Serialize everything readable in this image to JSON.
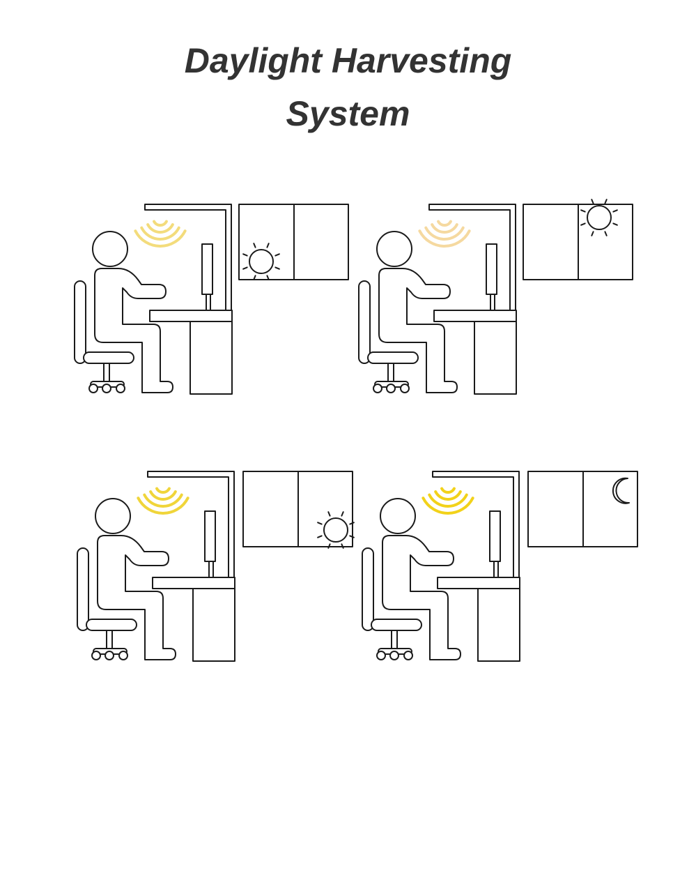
{
  "title": {
    "line1": "Daylight Harvesting",
    "line2": "System"
  },
  "colors": {
    "outline": "#1a1a1a",
    "title": "#333333",
    "light_full": "#f2d21a",
    "light_dim": "#f3dc7c",
    "light_faint": "#f5d9a0",
    "light_medium": "#f0d53a"
  },
  "panels": [
    {
      "id": "panel-1",
      "sky_icon": "sun-icon",
      "sky_position": "window-left-low",
      "light_icon": "light-emission-icon",
      "light_color": "light_dim"
    },
    {
      "id": "panel-2",
      "sky_icon": "sun-icon",
      "sky_position": "window-top-center",
      "light_icon": "light-emission-icon",
      "light_color": "light_faint"
    },
    {
      "id": "panel-3",
      "sky_icon": "sun-icon",
      "sky_position": "window-right-low",
      "light_icon": "light-emission-icon",
      "light_color": "light_medium"
    },
    {
      "id": "panel-4",
      "sky_icon": "moon-icon",
      "sky_position": "window-right-top",
      "light_icon": "light-emission-icon",
      "light_color": "light_full"
    }
  ]
}
